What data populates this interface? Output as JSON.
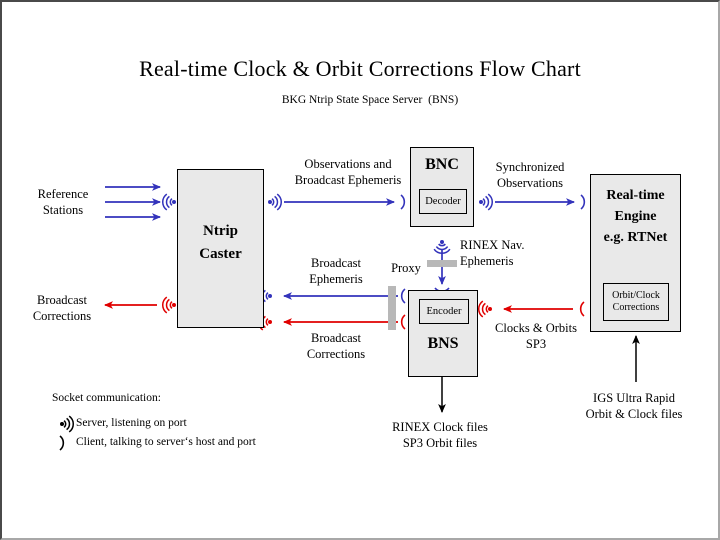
{
  "page": {
    "title": "Real-time Clock & Orbit Corrections Flow Chart",
    "subtitle": "BKG Ntrip State Space Server  (BNS)"
  },
  "colors": {
    "blue": "#3333bb",
    "red": "#e00000",
    "black": "#000000",
    "box_fill": "#e9e9e9",
    "proxy_grey": "#b8b8b8",
    "frame_dark": "#4a4a4a",
    "frame_light": "#a8a8a8"
  },
  "nodes": [
    {
      "id": "ntrip-caster",
      "label": "Ntrip\nCaster",
      "line1": "Ntrip",
      "line2": "Caster"
    },
    {
      "id": "bnc",
      "label": "BNC",
      "sub": "Decoder"
    },
    {
      "id": "bns",
      "label": "BNS",
      "sub": "Encoder"
    },
    {
      "id": "real-time-engine",
      "line1": "Real-time",
      "line2": "Engine",
      "line3": "e.g. RTNet",
      "sub1": "Orbit/Clock",
      "sub2": "Corrections"
    }
  ],
  "labels": {
    "reference_stations_1": "Reference",
    "reference_stations_2": "Stations",
    "broadcast_corrections_left_1": "Broadcast",
    "broadcast_corrections_left_2": "Corrections",
    "observations_1": "Observations and",
    "observations_2": "Broadcast Ephemeris",
    "synchronized_1": "Synchronized",
    "synchronized_2": "Observations",
    "rinex_nav_1": "RINEX Nav.",
    "rinex_nav_2": "Ephemeris",
    "broadcast_ephemeris_1": "Broadcast",
    "broadcast_ephemeris_2": "Ephemeris",
    "broadcast_corrections_mid_1": "Broadcast",
    "broadcast_corrections_mid_2": "Corrections",
    "proxy": "Proxy",
    "clocks_orbits_1": "Clocks & Orbits",
    "clocks_orbits_2": "SP3",
    "rinex_files_1": "RINEX Clock files",
    "rinex_files_2": "SP3 Orbit files",
    "igs_1": "IGS Ultra Rapid",
    "igs_2": "Orbit & Clock files"
  },
  "legend": {
    "heading": "Socket communication:",
    "server_icon": "server-radio-icon",
    "server_text": "Server, listening on port",
    "client_icon": "client-paren-icon",
    "client_text": "Client, talking to server‘s host and port"
  },
  "icons": {
    "server": "server-radio-icon",
    "client": "client-paren-icon",
    "arrow": "arrow-head-icon"
  }
}
